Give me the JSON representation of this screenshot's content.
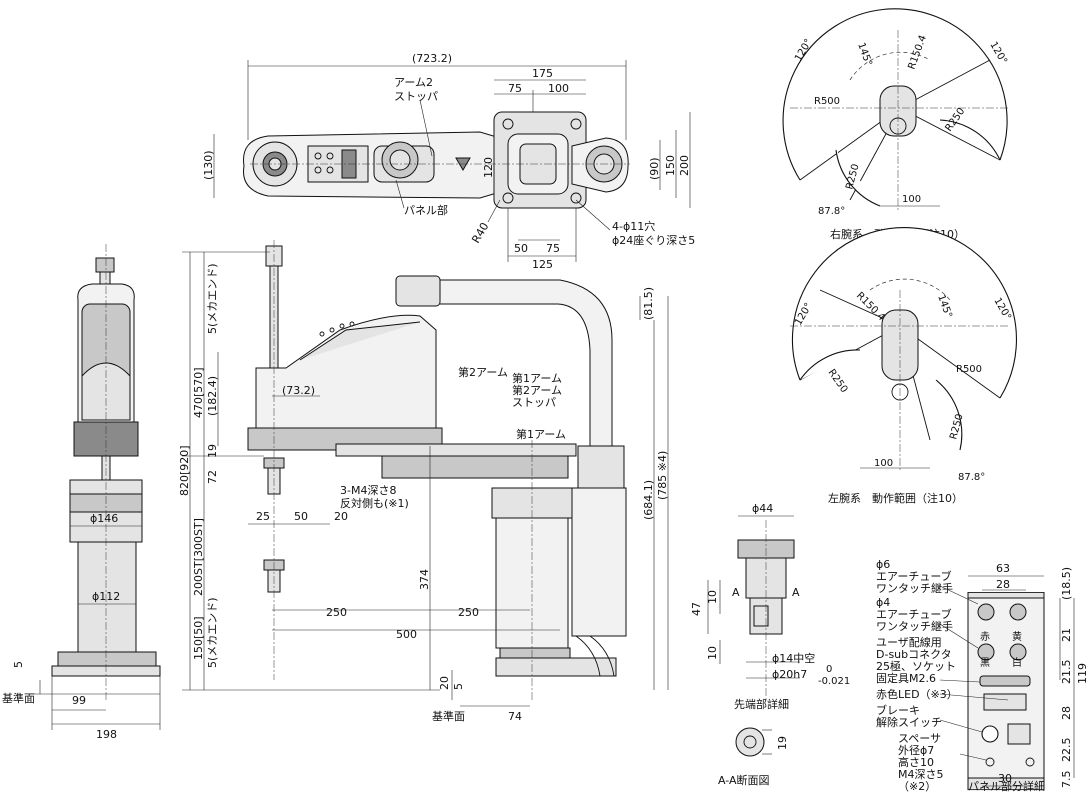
{
  "top_view": {
    "overall_length": "(723.2)",
    "width_175": "175",
    "dim_75": "75",
    "dim_100": "100",
    "dim_130": "(130)",
    "dim_120": "120",
    "dim_90": "(90)",
    "dim_150": "150",
    "dim_200": "200",
    "radius_40": "R40",
    "dim_50": "50",
    "dim_75b": "75",
    "dim_125": "125",
    "hole_1": "4-ϕ11穴",
    "hole_2": "ϕ24座ぐり深さ5",
    "label_arm2_stopper_1": "アーム2",
    "label_arm2_stopper_2": "ストッパ",
    "label_panel": "パネル部"
  },
  "right_range": {
    "angle_left": "120°",
    "angle_right": "120°",
    "angle_145": "145°",
    "r150": "R150.4",
    "r500": "R500",
    "r250_a": "R250",
    "r250_b": "R250",
    "dim_100": "100",
    "angle_878": "87.8°",
    "caption": "右腕系　動作範囲（注10）"
  },
  "left_range": {
    "angle_left": "120°",
    "angle_right": "120°",
    "angle_145": "145°",
    "r150": "R150.4",
    "r500": "R500",
    "r250_a": "R250",
    "r250_b": "R250",
    "dim_100": "100",
    "angle_878": "87.8°",
    "caption": "左腕系　動作範囲（注10）"
  },
  "front_view": {
    "dim_146": "ϕ146",
    "dim_112": "ϕ112",
    "dim_5": "5",
    "dim_99": "99",
    "dim_198": "198",
    "base_label": "基準面"
  },
  "side_view": {
    "v_mech_end_top": "5(メカエンド)",
    "v_470": "470[570]",
    "v_820": "820[920]",
    "v_200st": "200ST[300ST]",
    "v_150": "150[50]",
    "v_mech_end_bot": "5(メカエンド)",
    "v_182": "(182.4)",
    "v_19": "19",
    "v_72": "72",
    "h_73": "(73.2)",
    "h_25": "25",
    "h_50": "50",
    "h_20": "20",
    "h_250a": "250",
    "h_250b": "250",
    "h_500": "500",
    "v_374": "374",
    "v_815": "(81.5)",
    "v_684": "(684.1)",
    "v_785": "(785 ※4)",
    "v_20": "20",
    "v_5": "5",
    "h_74": "74",
    "base_label": "基準面",
    "label_2nd_arm": "第2アーム",
    "label_1st_arm_a": "第1アーム",
    "label_2nd_arm_stopper_1": "第2アーム",
    "label_2nd_arm_stopper_2": "ストッパ",
    "label_1st_arm_b": "第1アーム",
    "m4_1": "3-M4深さ8",
    "m4_2": "反対側も(※1)"
  },
  "tip_detail": {
    "dia_44": "ϕ44",
    "v_47": "47",
    "v_10a": "10",
    "v_10b": "10",
    "sec_a1": "A",
    "sec_a2": "A",
    "hollow": "ϕ14中空",
    "shaft": "ϕ20h7",
    "tol_hi": "0",
    "tol_lo": "-0.021",
    "caption": "先端部詳細",
    "section_dim": "19",
    "section_caption": "A-A断面図"
  },
  "panel_detail": {
    "dim_63": "63",
    "dim_28": "28",
    "dim_185": "(18.5)",
    "dim_21": "21",
    "dim_215": "21.5",
    "dim_119": "119",
    "dim_28b": "28",
    "dim_225": "22.5",
    "dim_75": "7.5",
    "dim_30": "30",
    "l1_1": "ϕ6",
    "l1_2": "エアーチューブ",
    "l1_3": "ワンタッチ継手",
    "l2_1": "ϕ4",
    "l2_2": "エアーチューブ",
    "l2_3": "ワンタッチ継手",
    "l3_1": "ユーザ配線用",
    "l3_2": "D-subコネクタ",
    "l3_3": "25極、ソケット",
    "l3_4": "固定具M2.6",
    "l4": "赤色LED（※3）",
    "l5_1": "ブレーキ",
    "l5_2": "解除スイッチ",
    "l6_1": "スペーサ",
    "l6_2": "外径ϕ7",
    "l6_3": "高さ10",
    "l6_4": "M4深さ5",
    "l6_5": "（※2）",
    "c_red": "赤",
    "c_black": "黒",
    "c_yellow": "黄",
    "c_white": "白",
    "caption": "パネル部分詳細"
  }
}
